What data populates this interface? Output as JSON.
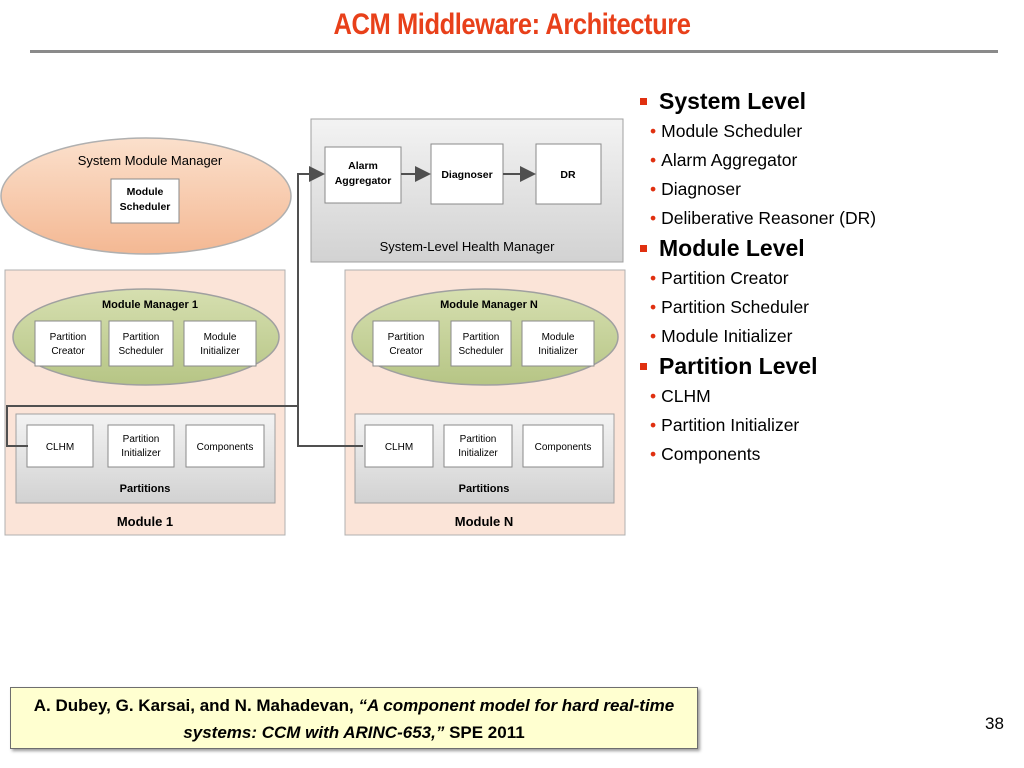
{
  "slide": {
    "title": "ACM Middleware: Architecture",
    "page_number": "38"
  },
  "diagram": {
    "system_module_manager": {
      "label": "System Module Manager",
      "inner": [
        "Module",
        "Scheduler"
      ]
    },
    "health_manager": {
      "label": "System-Level Health Manager",
      "alarm": [
        "Alarm",
        "Aggregator"
      ],
      "diagnoser": "Diagnoser",
      "dr": "DR"
    },
    "module1": {
      "label": "Module 1",
      "manager_label": "Module Manager 1",
      "manager_boxes": [
        [
          "Partition",
          "Creator"
        ],
        [
          "Partition",
          "Scheduler"
        ],
        [
          "Module",
          "Initializer"
        ]
      ],
      "partitions_label": "Partitions",
      "partition_boxes": [
        [
          "CLHM"
        ],
        [
          "Partition",
          "Initializer"
        ],
        [
          "Components"
        ]
      ]
    },
    "moduleN": {
      "label": "Module N",
      "manager_label": "Module Manager N",
      "manager_boxes": [
        [
          "Partition",
          "Creator"
        ],
        [
          "Partition",
          "Scheduler"
        ],
        [
          "Module",
          "Initializer"
        ]
      ],
      "partitions_label": "Partitions",
      "partition_boxes": [
        [
          "CLHM"
        ],
        [
          "Partition",
          "Initializer"
        ],
        [
          "Components"
        ]
      ]
    }
  },
  "bullets": [
    {
      "heading": "System Level",
      "items": [
        "Module Scheduler",
        "Alarm Aggregator",
        "Diagnoser",
        "Deliberative Reasoner (DR)"
      ]
    },
    {
      "heading": "Module Level",
      "items": [
        "Partition Creator",
        "Partition Scheduler",
        "Module Initializer"
      ]
    },
    {
      "heading": "Partition Level",
      "items": [
        "CLHM",
        "Partition Initializer",
        "Components"
      ]
    }
  ],
  "citation": {
    "authors": "A. Dubey, G. Karsai, and N. Mahadevan, ",
    "paper_title": "“A component model for hard real-time systems: CCM with ARINC-653,”",
    "venue": " SPE 2011"
  }
}
